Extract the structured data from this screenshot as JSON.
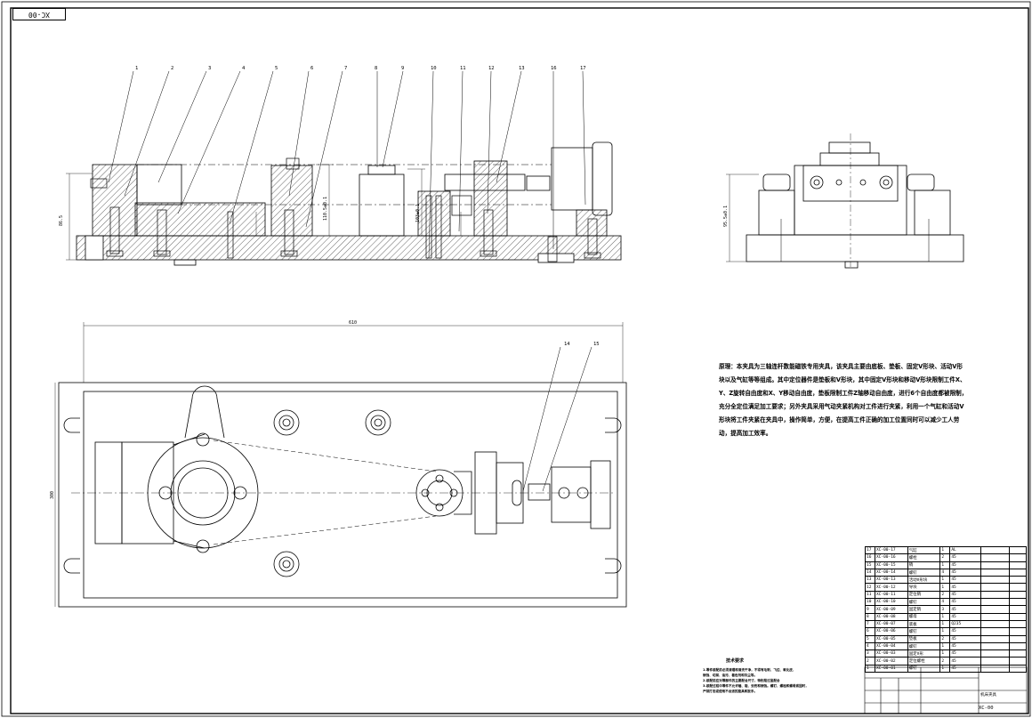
{
  "sheet": {
    "drawing_code": "XC-00",
    "title_block": {
      "name": "机床夹具",
      "drawing_no": "XC-00"
    }
  },
  "balloons_front": [
    "1",
    "2",
    "3",
    "4",
    "5",
    "6",
    "7",
    "8",
    "9",
    "10",
    "11",
    "12",
    "13",
    "16",
    "17"
  ],
  "balloons_top": [
    "14",
    "15"
  ],
  "dimensions": {
    "overall_length": "610",
    "overall_width": "300",
    "front_h1": "86.5",
    "front_h2": "110.5±0.1",
    "front_h3": "103±0.1",
    "side_h": "95.5±0.1"
  },
  "note": "原理：本夹具为三轴连杆数能磁铁专用夹具，该夹具主要由底板、垫板、固定V形块、活动V形块以及气缸等等组成。其中定位器件是垫板和V形块，其中固定V形块和移动V形块限制工件X、Y、Z旋转自由度和X、Y移动自由度，垫板限制工件Z轴移动自由度，进行6个自由度都被限制，充分全定位满足加工要求；另外夹具采用气动夹紧机构对工件进行夹紧，利用一个气缸和活动V形块将工件夹紧在夹具中，操作简单，方便，在提高工件正确的加工位置同时可以减少工人劳动，提高加工效率。",
  "tech_req": {
    "title": "技术要求",
    "lines": [
      "1.零件装配前必须清理和清洗干净，不得有毛刺、飞边、氧化皮、",
      "锈蚀、切屑、油污、着色剂和灰尘等。",
      "2.装配前应对零部件的主要配合尺寸，特别是过盈配合",
      "3.装配过程中零件不允许磕、碰、划伤和锈蚀。螺钉、螺栓和螺母紧固时，严禁打击或使用不合适的旋具和扳手。"
    ]
  },
  "bom": [
    [
      "17",
      "XC-00-17",
      "气缸",
      "1",
      "AL",
      ""
    ],
    [
      "16",
      "XC-00-16",
      "螺栓",
      "2",
      "45",
      ""
    ],
    [
      "15",
      "XC-00-15",
      "销",
      "1",
      "45",
      ""
    ],
    [
      "14",
      "XC-00-14",
      "螺钉",
      "4",
      "45",
      ""
    ],
    [
      "13",
      "XC-00-13",
      "活动V形块",
      "1",
      "45",
      ""
    ],
    [
      "12",
      "XC-00-12",
      "导块",
      "1",
      "45",
      ""
    ],
    [
      "11",
      "XC-00-11",
      "定位销",
      "2",
      "45",
      ""
    ],
    [
      "10",
      "XC-00-10",
      "螺钉",
      "4",
      "45",
      ""
    ],
    [
      "9",
      "XC-00-09",
      "固定销",
      "3",
      "45",
      ""
    ],
    [
      "8",
      "XC-00-08",
      "螺母",
      "1",
      "45",
      ""
    ],
    [
      "7",
      "XC-00-07",
      "底板",
      "1",
      "Q235",
      ""
    ],
    [
      "6",
      "XC-00-06",
      "螺钉",
      "1",
      "45",
      ""
    ],
    [
      "5",
      "XC-00-05",
      "垫板",
      "2",
      "45",
      ""
    ],
    [
      "4",
      "XC-00-04",
      "螺钉",
      "1",
      "45",
      ""
    ],
    [
      "3",
      "XC-00-03",
      "固定V形",
      "1",
      "45",
      ""
    ],
    [
      "2",
      "XC-00-02",
      "定位螺栓",
      "2",
      "45",
      ""
    ],
    [
      "1",
      "XC-00-01",
      "螺钉",
      "1",
      "45",
      ""
    ]
  ]
}
